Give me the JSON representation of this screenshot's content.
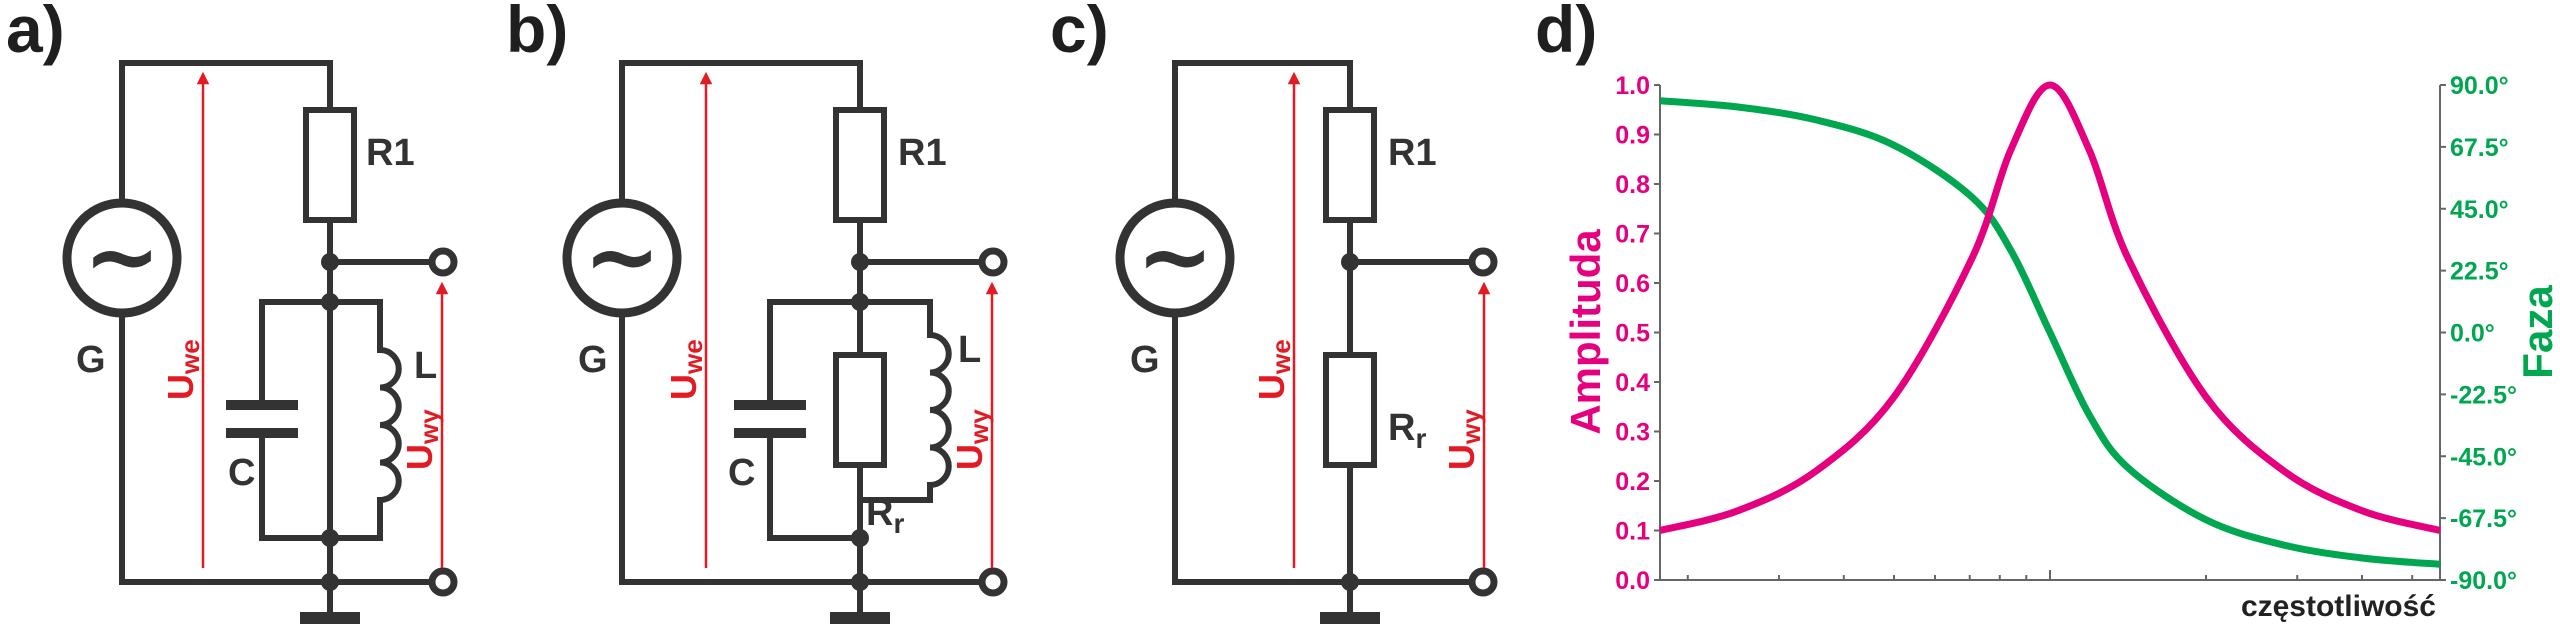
{
  "panels": [
    {
      "label": "a)",
      "components": {
        "source": "G",
        "resistor": "R1",
        "capacitor": "C",
        "inductor": "L"
      },
      "voltages": {
        "input": "U",
        "input_sub": "we",
        "output": "U",
        "output_sub": "wy"
      }
    },
    {
      "label": "b)",
      "components": {
        "source": "G",
        "resistor": "R1",
        "capacitor": "C",
        "inductor": "L",
        "loss_resistor": "R",
        "loss_resistor_sub": "r"
      },
      "voltages": {
        "input": "U",
        "input_sub": "we",
        "output": "U",
        "output_sub": "wy"
      }
    },
    {
      "label": "c)",
      "components": {
        "source": "G",
        "resistor": "R1",
        "loss_resistor": "R",
        "loss_resistor_sub": "r"
      },
      "voltages": {
        "input": "U",
        "input_sub": "we",
        "output": "U",
        "output_sub": "wy"
      }
    },
    {
      "label": "d)"
    }
  ],
  "chart_data": {
    "type": "line",
    "xlabel": "częstotliwość",
    "ylabel_left": "Amplituda",
    "ylabel_right": "Faza",
    "ylim_left": [
      0.0,
      1.0
    ],
    "ylim_right": [
      -90,
      90
    ],
    "left_ticks": [
      "0.0",
      "0.1",
      "0.2",
      "0.3",
      "0.4",
      "0.5",
      "0.6",
      "0.7",
      "0.8",
      "0.9",
      "1.0"
    ],
    "right_ticks": [
      "-90.0°",
      "-67.5°",
      "-45.0°",
      "-22.5°",
      "0.0°",
      "22.5°",
      "45.0°",
      "67.5°",
      "90.0°"
    ],
    "x_log": true,
    "x_range_octaves": [
      -2.5,
      2.5
    ],
    "grid": false,
    "colors": {
      "amplitude": "#e4007f",
      "phase": "#00a650"
    },
    "series": [
      {
        "axis": "left",
        "x": [
          -2.5,
          -2.0,
          -1.5,
          -1.0,
          -0.5,
          -0.25,
          0.0,
          0.25,
          0.5,
          1.0,
          1.5,
          2.0,
          2.5
        ],
        "values": [
          0.1,
          0.14,
          0.22,
          0.37,
          0.65,
          0.87,
          1.0,
          0.87,
          0.65,
          0.37,
          0.22,
          0.14,
          0.1
        ]
      },
      {
        "axis": "right",
        "x": [
          -2.5,
          -2.0,
          -1.5,
          -1.0,
          -0.5,
          -0.25,
          0.0,
          0.25,
          0.5,
          1.0,
          1.5,
          2.0,
          2.5
        ],
        "values": [
          84.3,
          82.0,
          77.3,
          68.1,
          49.2,
          29.8,
          0.0,
          -29.8,
          -49.2,
          -68.1,
          -77.3,
          -82.0,
          -84.3
        ]
      }
    ]
  }
}
